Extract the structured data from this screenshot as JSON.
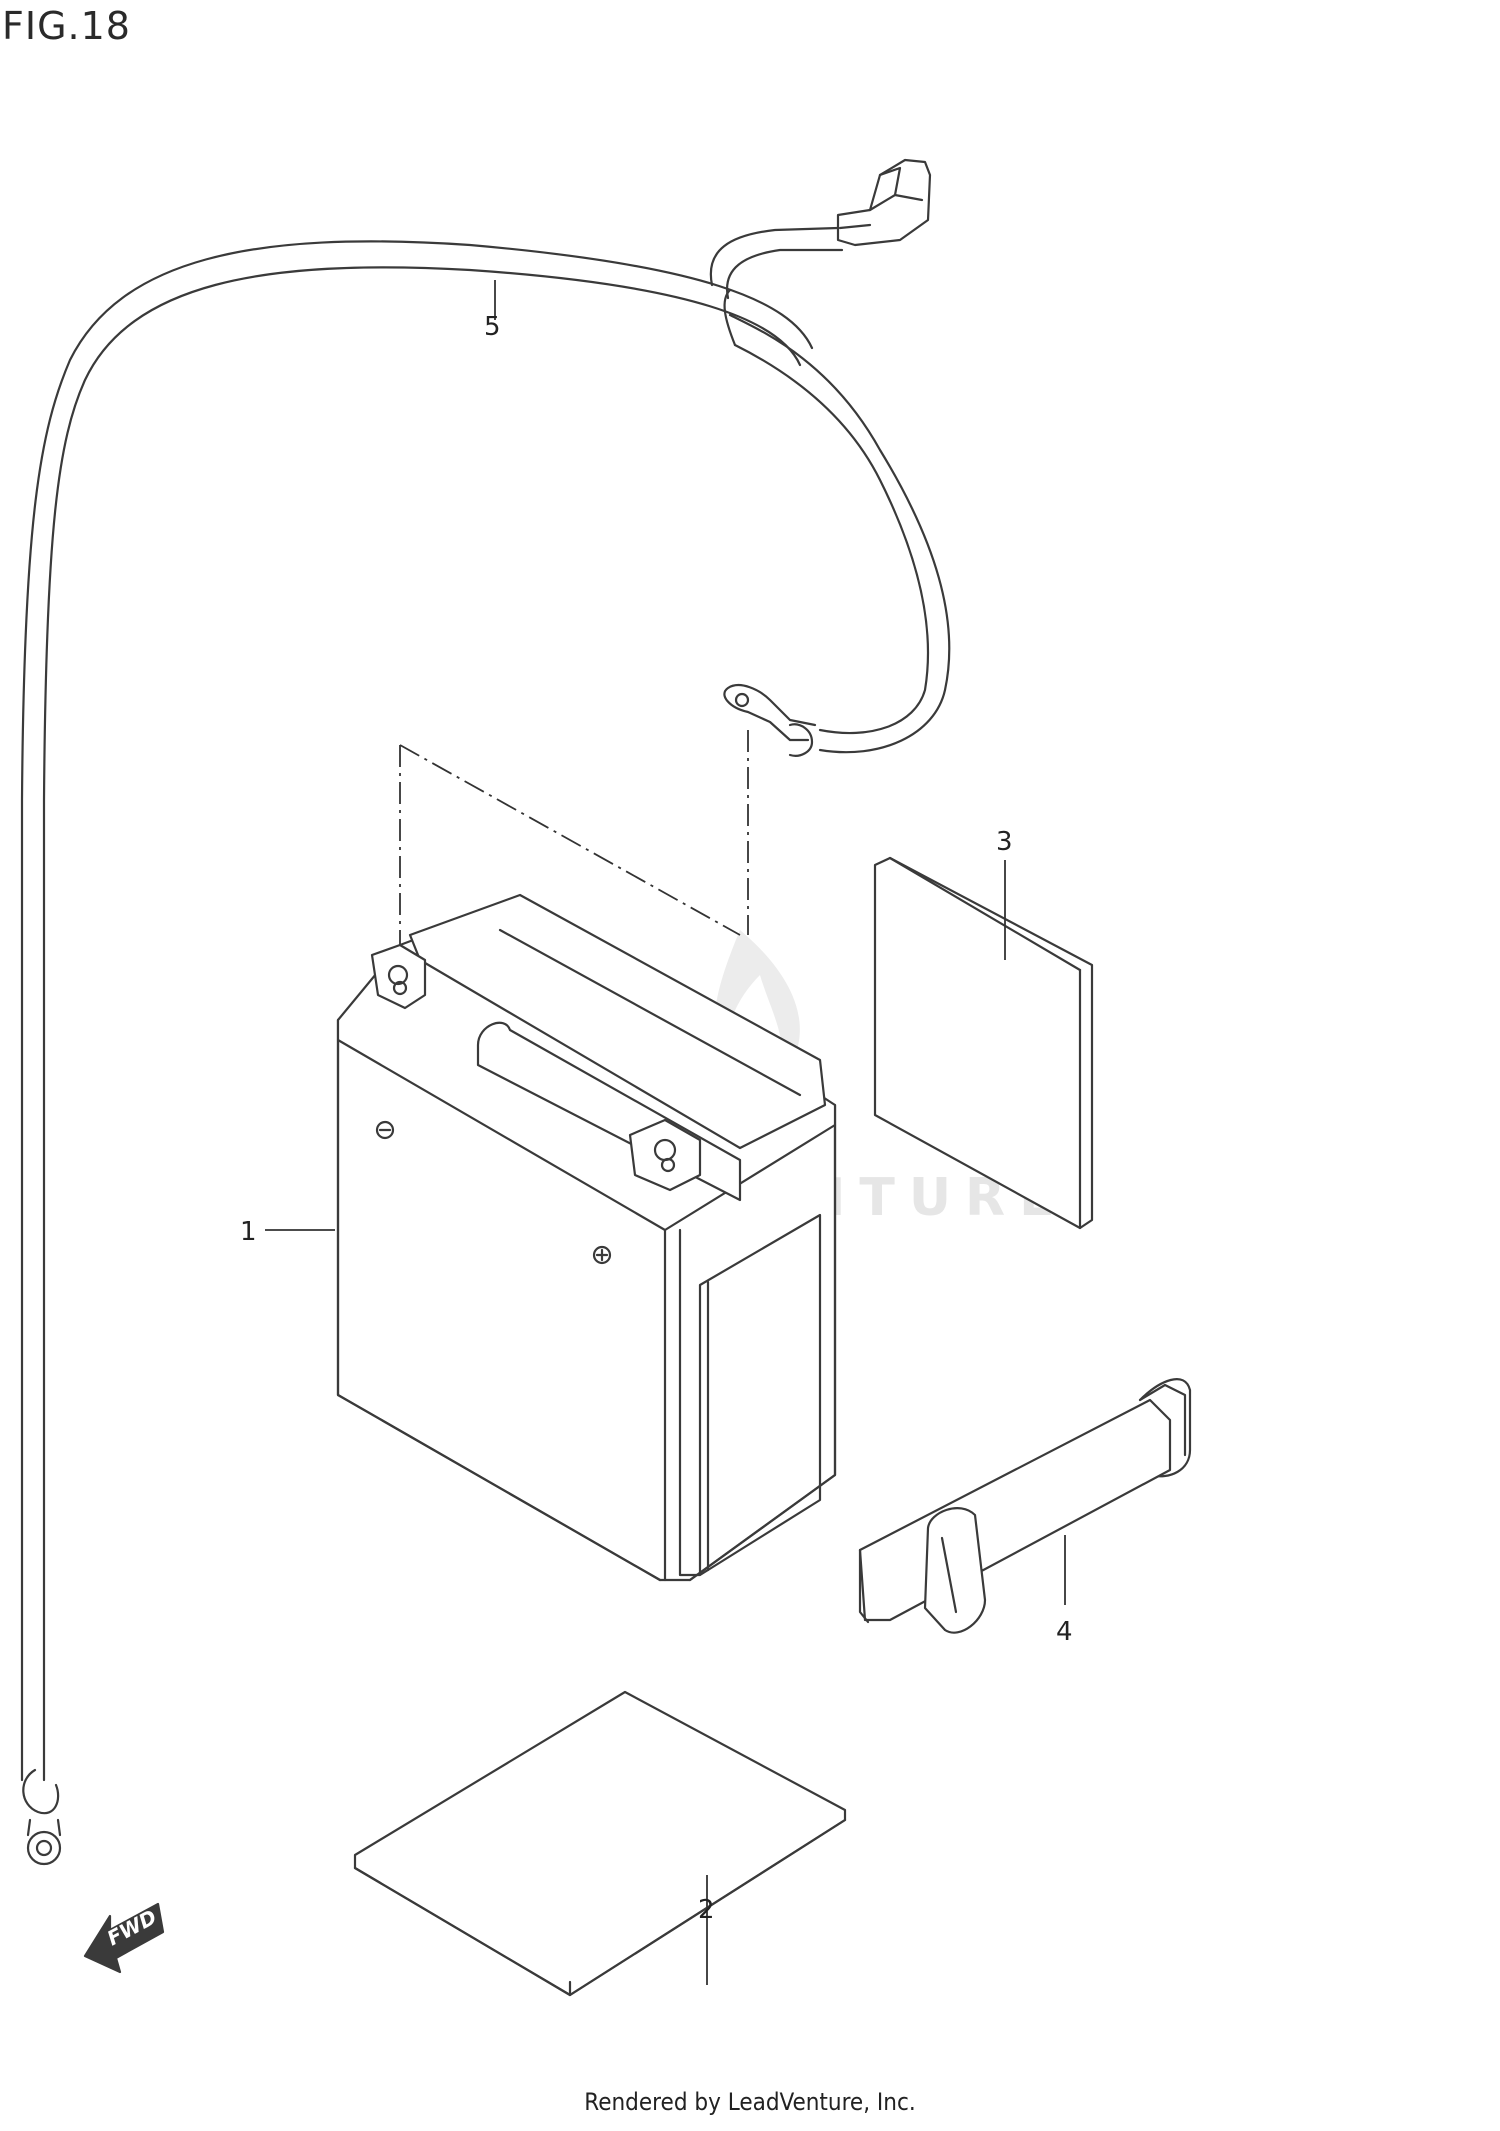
{
  "figure": {
    "title": "FIG.18"
  },
  "callouts": [
    {
      "id": "1",
      "label": "1"
    },
    {
      "id": "2",
      "label": "2"
    },
    {
      "id": "3",
      "label": "3"
    },
    {
      "id": "4",
      "label": "4"
    },
    {
      "id": "5",
      "label": "5"
    }
  ],
  "direction_indicator": {
    "label": "FWD"
  },
  "watermark": {
    "text": "LEADVENTURE"
  },
  "footer": {
    "text": "Rendered by LeadVenture, Inc."
  },
  "icons": {
    "watermark_logo": "flame-v-logo-icon",
    "direction_arrow": "arrow-left-icon"
  }
}
